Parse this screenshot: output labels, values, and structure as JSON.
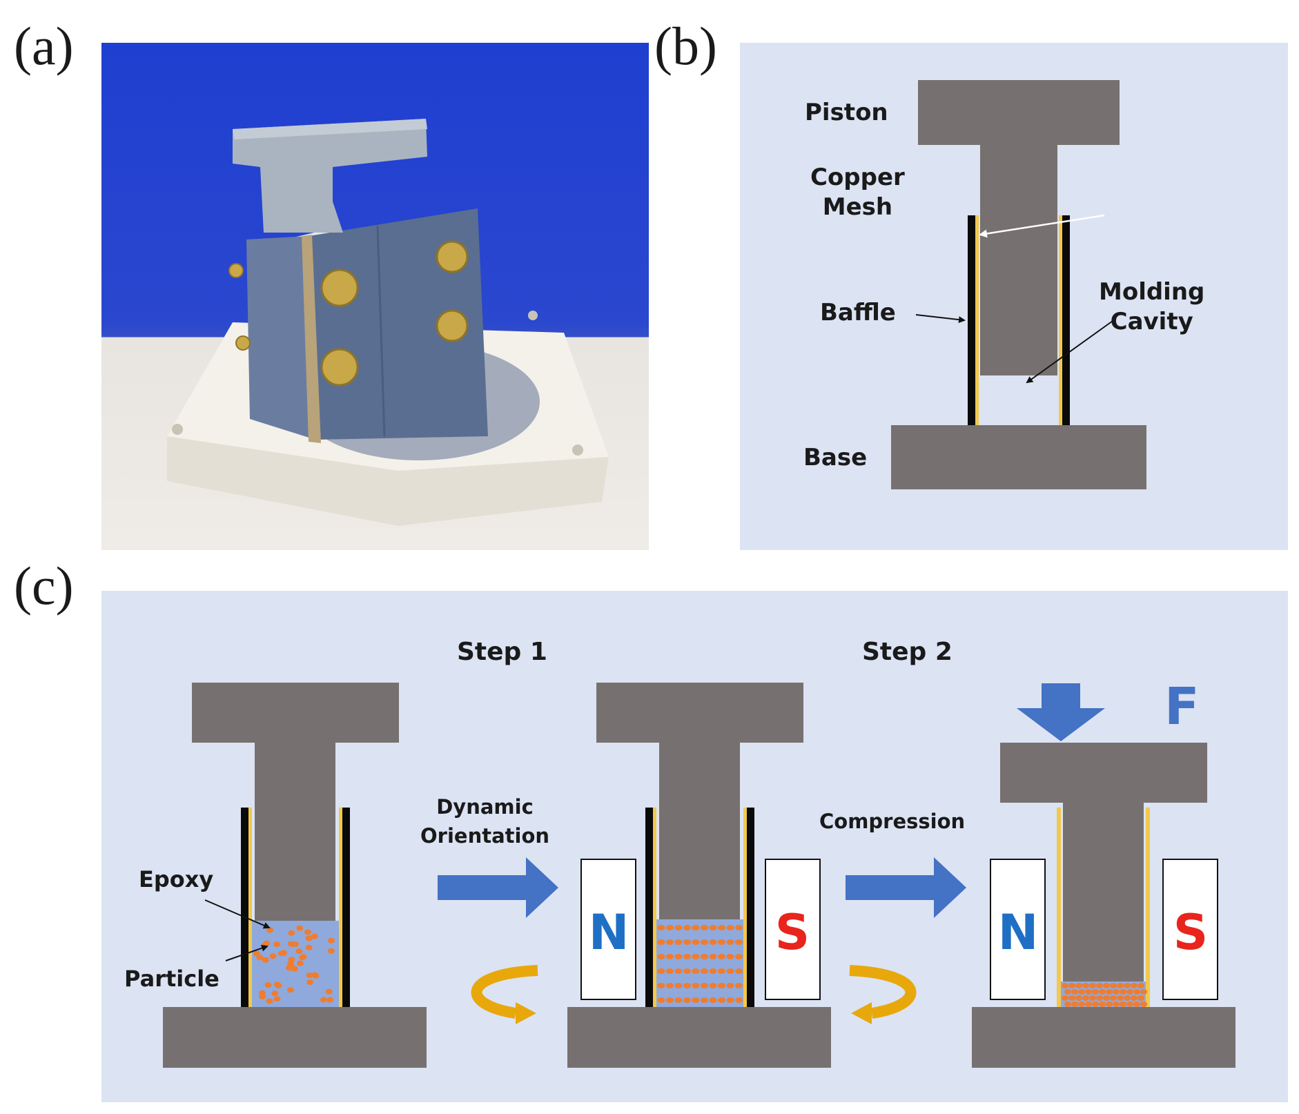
{
  "panels": {
    "a": {
      "label": "(a)"
    },
    "b": {
      "label": "(b)"
    },
    "c": {
      "label": "(c)"
    }
  },
  "diagram_b": {
    "piston": "Piston",
    "copper_mesh": "Copper\nMesh",
    "baffle": "Baffle",
    "molding_cavity": "Molding\nCavity",
    "base": "Base"
  },
  "diagram_c": {
    "step1": "Step 1",
    "step2": "Step 2",
    "dynamic_orientation": "Dynamic\nOrientation",
    "compression": "Compression",
    "epoxy": "Epoxy",
    "particle": "Particle",
    "force": "F",
    "magnet_n": "N",
    "magnet_s": "S"
  },
  "colors": {
    "panel_bg": "#dce3f3",
    "piston_gray": "#767170",
    "baffle_black": "#0a0a0a",
    "copper_yellow": "#f2c94c",
    "arrow_blue": "#4472c4",
    "rotate_orange": "#e8a80c",
    "particle_orange": "#ee7d31",
    "epoxy_blue": "#8fa9dc",
    "magnet_n_blue": "#1f6fc5",
    "magnet_s_red": "#e8241c"
  }
}
